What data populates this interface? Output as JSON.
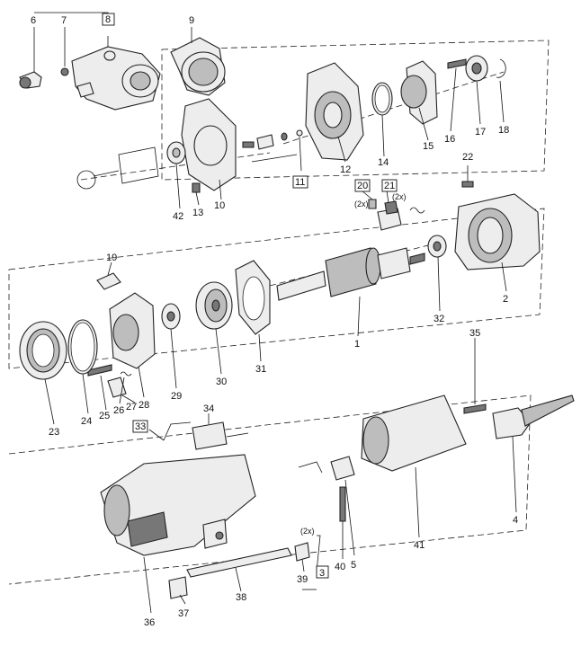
{
  "callouts": {
    "p1": "1",
    "p2": "2",
    "p3": "3",
    "p4": "4",
    "p5": "5",
    "p6": "6",
    "p7": "7",
    "p8": "8",
    "p9": "9",
    "p10": "10",
    "p11": "11",
    "p12": "12",
    "p13": "13",
    "p14": "14",
    "p15": "15",
    "p16": "16",
    "p17": "17",
    "p18": "18",
    "p19": "19",
    "p20": "20",
    "p21": "21",
    "p22": "22",
    "p23": "23",
    "p24": "24",
    "p25": "25",
    "p26": "26",
    "p27": "27",
    "p28": "28",
    "p29": "29",
    "p30": "30",
    "p31": "31",
    "p32": "32",
    "p33": "33",
    "p34": "34",
    "p35": "35",
    "p36": "36",
    "p37": "37",
    "p38": "38",
    "p39": "39",
    "p40": "40",
    "p41": "41",
    "p42": "42"
  },
  "notes": {
    "qty_2x_brush": "(2x)",
    "qty_2x_spring": "(2x)",
    "qty_2x_switch": "(2x)"
  }
}
